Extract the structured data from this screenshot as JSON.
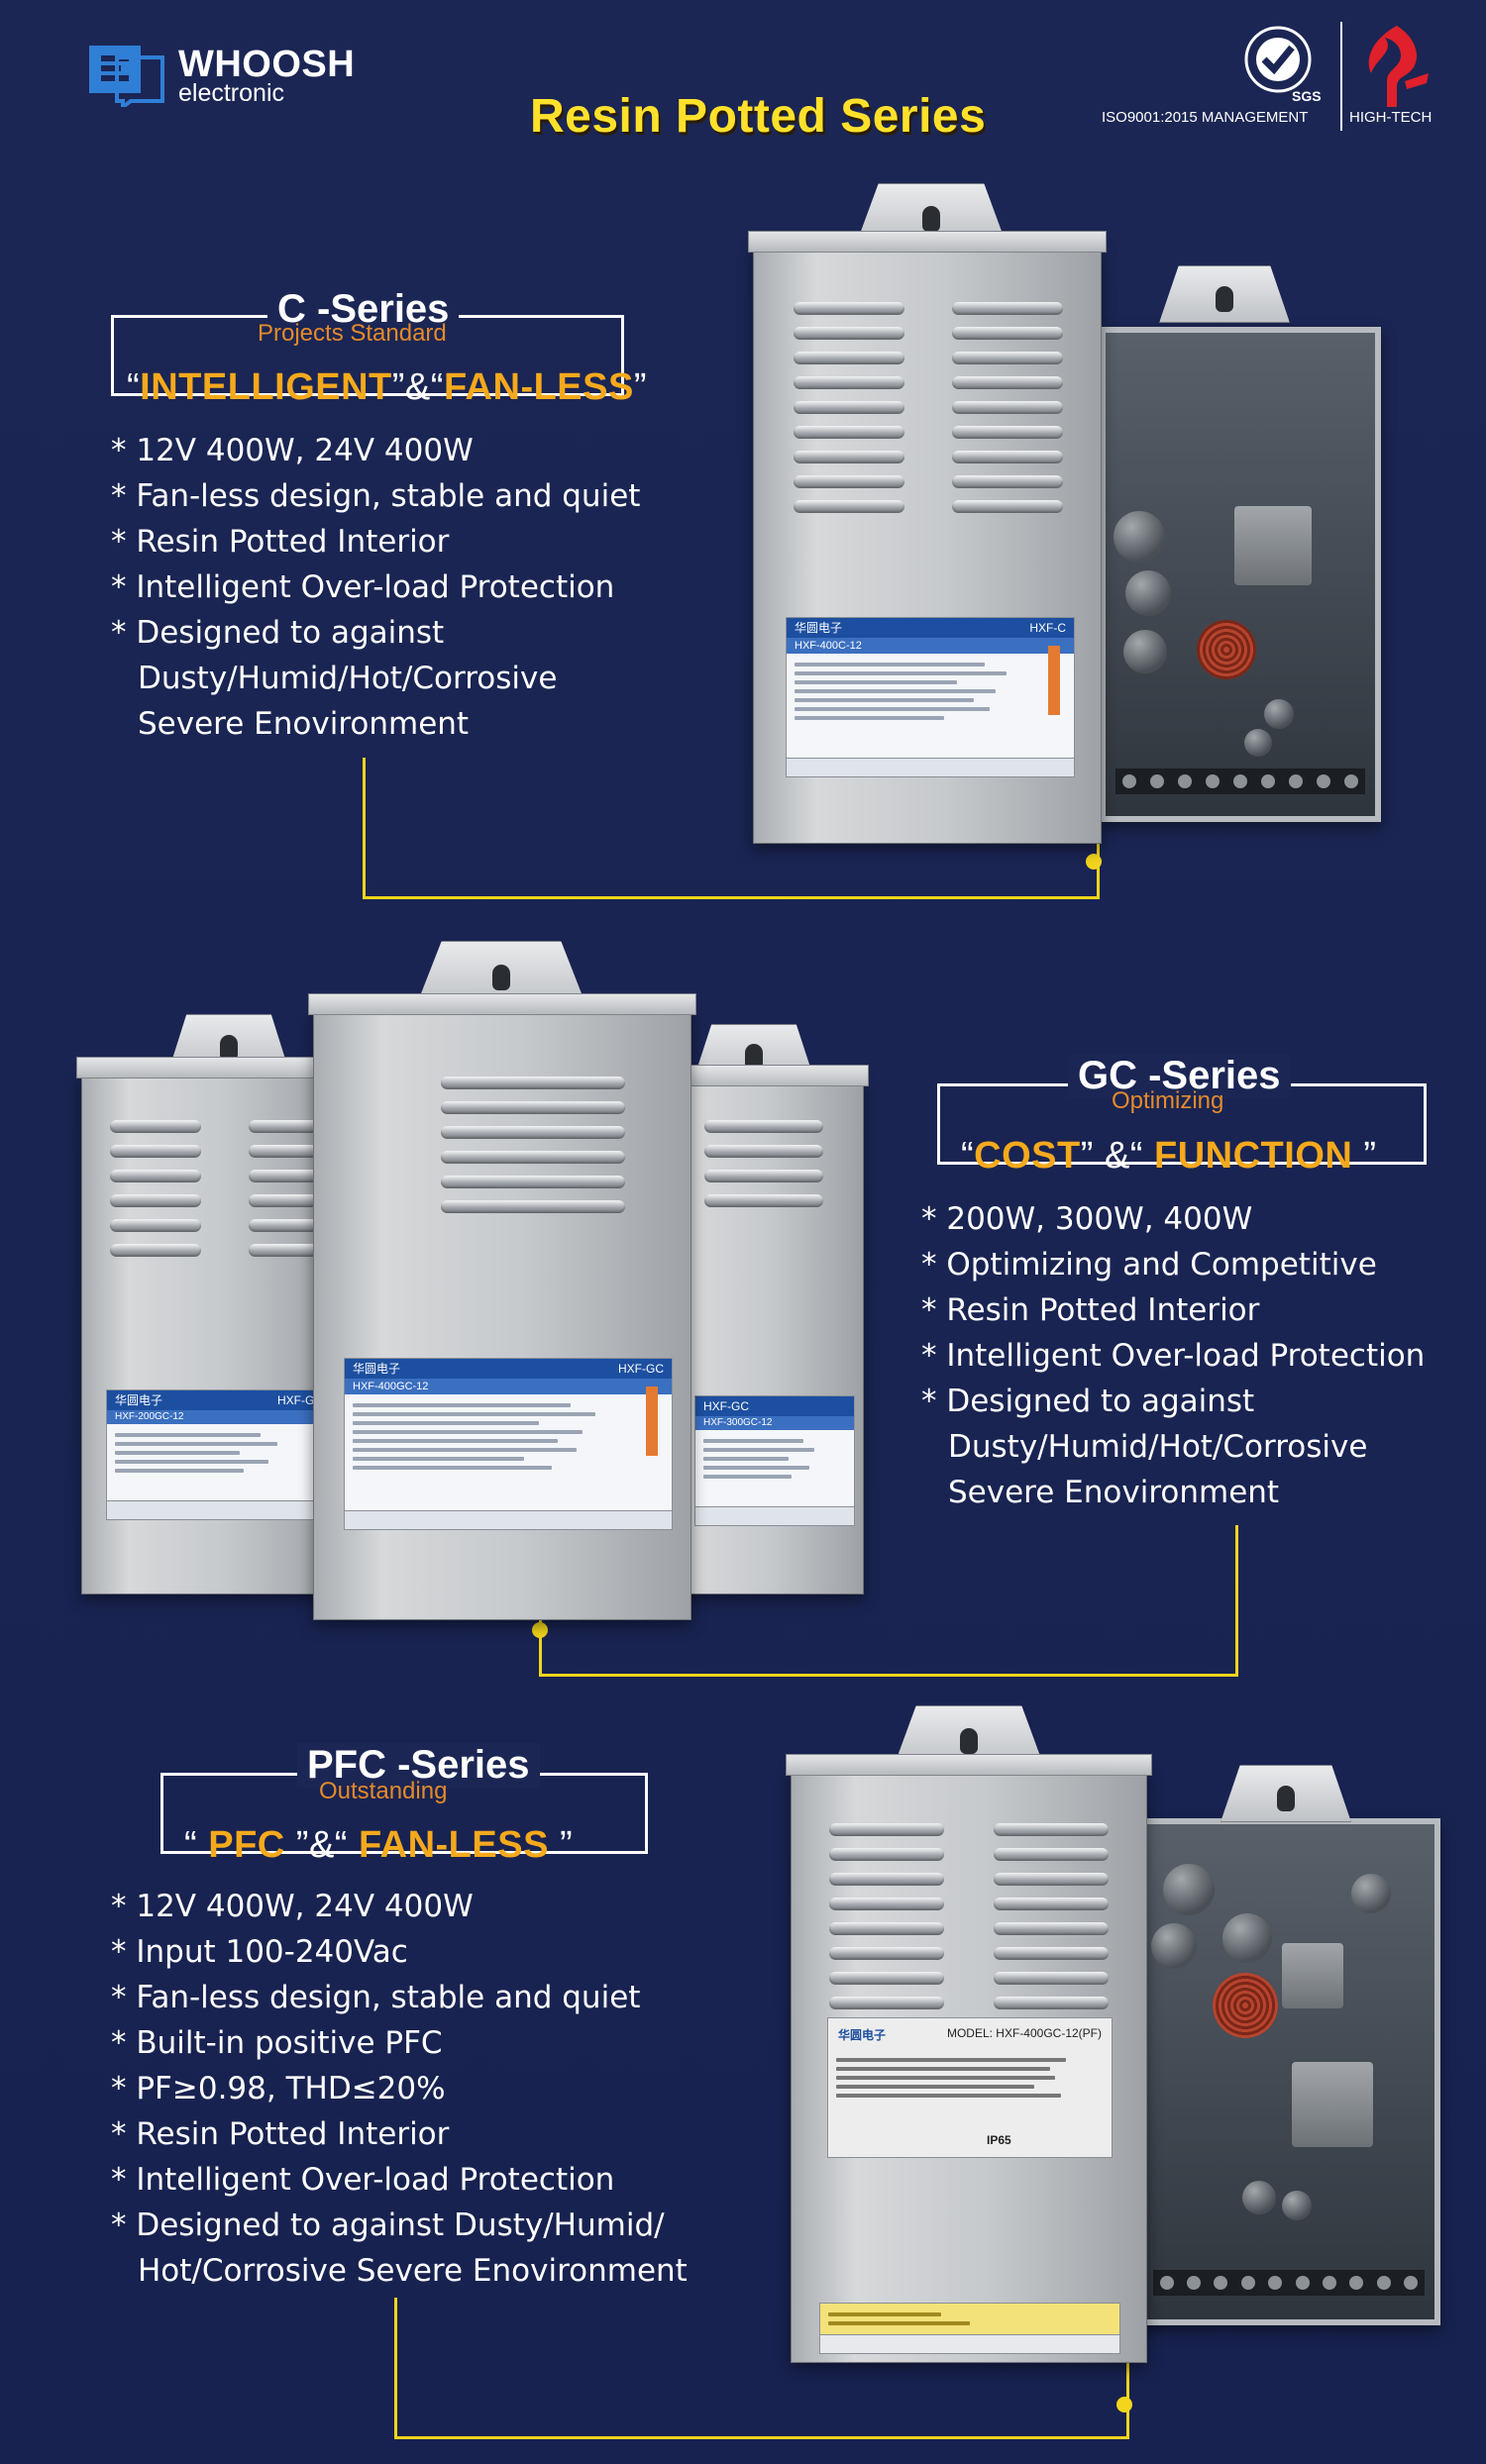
{
  "header": {
    "brand_name": "WHOOSH",
    "brand_sub": "electronic",
    "page_title": "Resin Potted Series",
    "cert_iso_label": "ISO9001:2015 MANAGEMENT",
    "cert_hightech_label": "HIGH-TECH",
    "cert_sgs_text": "SGS"
  },
  "colors": {
    "background": "#1b2654",
    "title_yellow": "#ffe12c",
    "tagline_orange": "#f5a91c",
    "subtitle_orange": "#e48a2a",
    "connector_yellow": "#f2d51c",
    "brand_blue": "#2f7fd6",
    "hightech_red": "#e0202a"
  },
  "c_series": {
    "name": "C -Series",
    "subtitle": "Projects Standard",
    "tagline_open1": "“",
    "tagline_word1": "INTELLIGENT",
    "tagline_close1": "”",
    "tagline_amp": "&",
    "tagline_open2": "“",
    "tagline_word2": "FAN-LESS",
    "tagline_close2": "”",
    "features": [
      "* 12V 400W, 24V 400W",
      "* Fan-less design, stable and quiet",
      "* Resin Potted Interior",
      "* Intelligent Over-load Protection",
      "* Designed to against",
      "Dusty/Humid/Hot/Corrosive",
      "Severe Enovironment"
    ],
    "product_label_brand": "华圆电子",
    "product_label_model": "HXF-C",
    "product_label_item": "HXF-400C-12"
  },
  "gc_series": {
    "name": "GC -Series",
    "subtitle": "Optimizing",
    "tagline_open1": "“",
    "tagline_word1": "COST",
    "tagline_close1": "”",
    "tagline_amp": "&",
    "tagline_open2": "“",
    "tagline_word2": "FUNCTION",
    "tagline_close2": "”",
    "features": [
      "* 200W, 300W, 400W",
      "* Optimizing and Competitive",
      "* Resin Potted Interior",
      "* Intelligent Over-load Protection",
      "* Designed to against",
      "Dusty/Humid/Hot/Corrosive",
      "Severe Enovironment"
    ],
    "product_label_brand": "华圆电子",
    "product_label_model": "HXF-GC",
    "product_label_item": "HXF-400GC-12",
    "product_label_item_left": "HXF-200GC-12",
    "product_label_item_right": "HXF-300GC-12"
  },
  "pfc_series": {
    "name": "PFC -Series",
    "subtitle": "Outstanding",
    "tagline_open1": "“",
    "tagline_word1": "PFC",
    "tagline_close1": "”",
    "tagline_amp": "&",
    "tagline_open2": "“",
    "tagline_word2": "FAN-LESS",
    "tagline_close2": "”",
    "features": [
      "* 12V 400W, 24V 400W",
      "* Input 100-240Vac",
      "* Fan-less design, stable and quiet",
      "* Built-in positive PFC",
      "*  PF≥0.98, THD≤20%",
      "* Resin Potted Interior",
      "* Intelligent Over-load Protection",
      "* Designed to against Dusty/Humid/",
      "Hot/Corrosive Severe Enovironment"
    ],
    "product_label_brand": "华圆电子",
    "product_label_model": "MODEL: HXF-400GC-12(PF)",
    "product_label_rating": "IP65"
  }
}
